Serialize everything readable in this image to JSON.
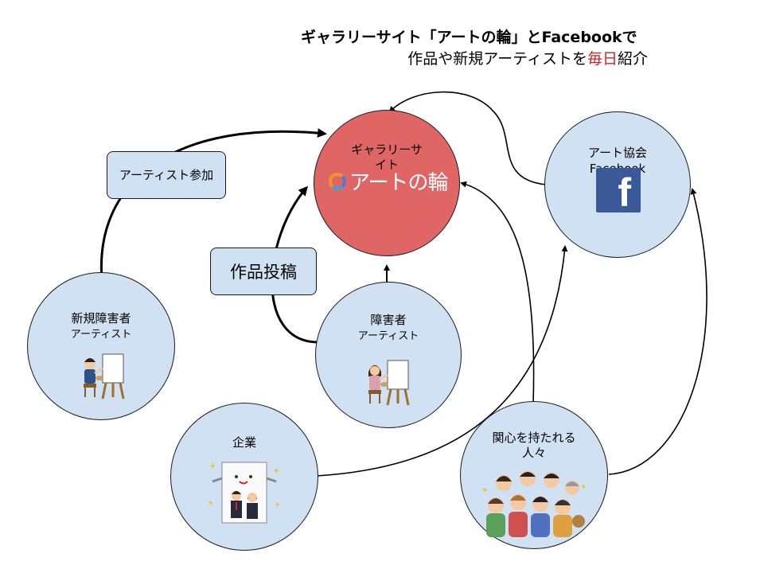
{
  "title": {
    "line1": "ギャラリーサイト「アートの輪」とFacebookで",
    "line2_prefix": "作品や新規アーティストを",
    "line2_highlight": "毎日",
    "line2_suffix": "紹介"
  },
  "nodes": {
    "gallery": {
      "label": "ギャラリーサイト",
      "logo_text": "アートの輪"
    },
    "facebook": {
      "label_line1": "アート協会",
      "label_line2": "Facebook",
      "icon": "facebook-icon"
    },
    "new_artist": {
      "label_line1": "新規障害者",
      "label_line2": "アーティスト",
      "icon": "painter-icon"
    },
    "artist": {
      "label_line1": "障害者",
      "label_line2": "アーティスト",
      "icon": "painter-icon"
    },
    "company": {
      "label": "企業",
      "icon": "company-people-icon"
    },
    "interested": {
      "label": "関心を持たれる人々",
      "icon": "crowd-icon"
    }
  },
  "boxes": {
    "artist_join": "アーティスト参加",
    "submit_work": "作品投稿"
  },
  "colors": {
    "node_fill": "#cfe1f3",
    "gallery_fill": "#e06666",
    "highlight": "#cc2222",
    "facebook_blue": "#3b5998"
  }
}
